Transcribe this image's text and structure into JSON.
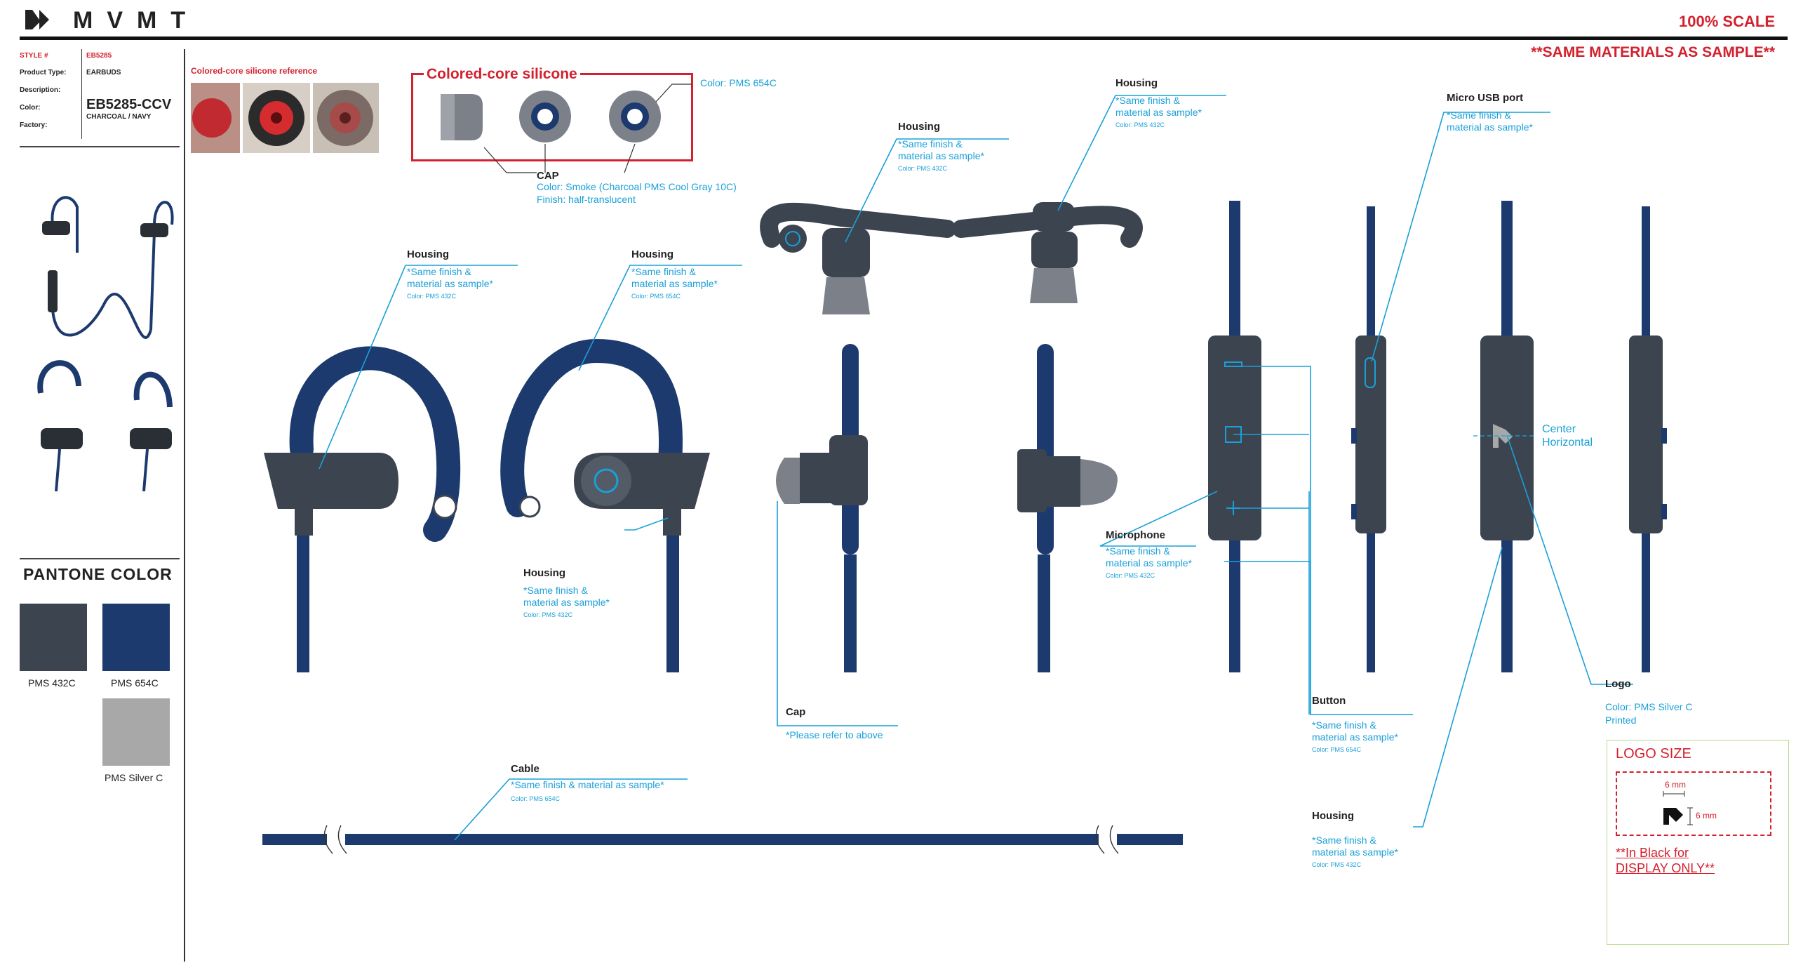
{
  "brand": {
    "logo_text": "MVMT"
  },
  "header": {
    "scale": "100% SCALE",
    "materials_note": "**SAME MATERIALS AS SAMPLE**"
  },
  "spec": {
    "style_label": "STYLE #",
    "style_value": "EB5285",
    "product_type_label": "Product Type:",
    "product_type_value": "EARBUDS",
    "description_label": "Description:",
    "color_label": "Color:",
    "color_code": "EB5285-CCV",
    "color_name": "CHARCOAL / NAVY",
    "factory_label": "Factory:"
  },
  "reference": {
    "title": "Colored-core silicone reference"
  },
  "colored_core": {
    "title": "Colored-core silicone",
    "color_note": "Color: PMS 654C"
  },
  "cap_note": {
    "title": "CAP",
    "color": "Color: Smoke (Charcoal PMS Cool Gray 10C)",
    "finish": "Finish: half-translucent"
  },
  "pantone": {
    "title": "PANTONE COLOR",
    "swatches": [
      {
        "name": "PMS 432C",
        "color": "#3c4450"
      },
      {
        "name": "PMS 654C",
        "color": "#1c3a6e"
      },
      {
        "name": "PMS Silver C",
        "color": "#a8a8a8"
      }
    ]
  },
  "callouts": [
    {
      "title": "Housing",
      "line1": "*Same finish &",
      "line2": "material as sample*",
      "color": "Color: PMS 432C"
    },
    {
      "title": "Housing",
      "line1": "*Same finish &",
      "line2": "material as sample*",
      "color": "Color: PMS 654C"
    },
    {
      "title": "Housing",
      "line1": "*Same finish &",
      "line2": "material as sample*",
      "color": "Color: PMS 432C"
    },
    {
      "title": "Housing",
      "line1": "*Same finish &",
      "line2": "material as sample*",
      "color": "Color: PMS 432C"
    },
    {
      "title": "Housing",
      "line1": "*Same finish &",
      "line2": "material as sample*",
      "color": "Color: PMS 432C"
    },
    {
      "title": "Micro USB port",
      "line1": "*Same finish &",
      "line2": "material as sample*",
      "color": ""
    },
    {
      "title": "Microphone",
      "line1": "*Same finish &",
      "line2": "material as sample*",
      "color": "Color: PMS 432C"
    },
    {
      "title": "Button",
      "line1": "*Same finish &",
      "line2": "material as sample*",
      "color": "Color: PMS 654C"
    },
    {
      "title": "Housing",
      "line1": "*Same finish &",
      "line2": "material as sample*",
      "color": "Color: PMS 432C"
    }
  ],
  "cap": {
    "title": "Cap",
    "note": "*Please refer to above"
  },
  "cable": {
    "title": "Cable",
    "note": "*Same finish & material as sample*",
    "color": "Color: PMS 654C"
  },
  "center": {
    "line1": "Center",
    "line2": "Horizontal"
  },
  "logo": {
    "title": "Logo",
    "color": "Color: PMS Silver C",
    "finish": "Printed"
  },
  "logo_size": {
    "title": "LOGO SIZE",
    "width": "6 mm",
    "height": "6 mm",
    "note1": "**In Black for",
    "note2": "DISPLAY ONLY**"
  }
}
